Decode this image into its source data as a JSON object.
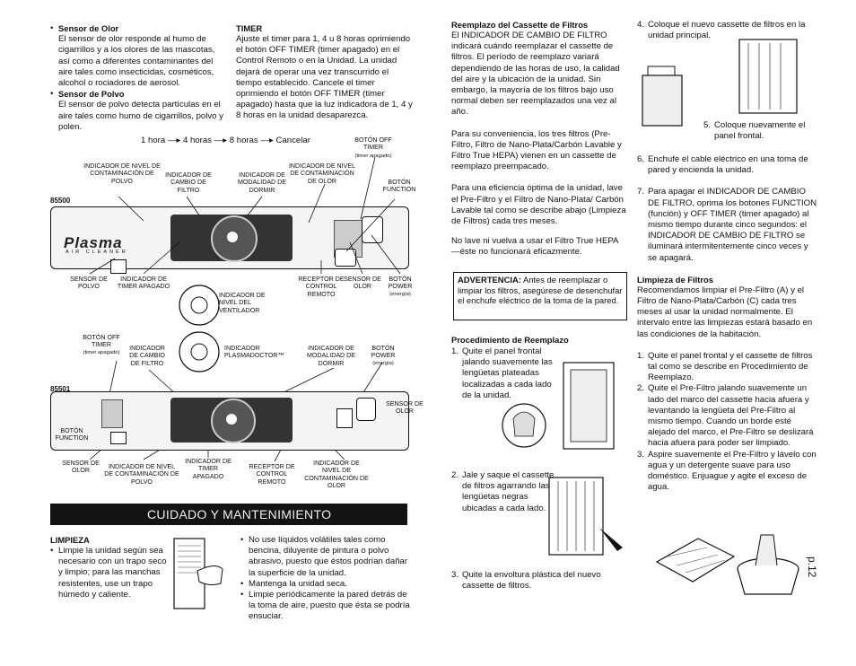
{
  "col1": {
    "sensor_olor_title": "Sensor de Olor",
    "sensor_olor_text": "El sensor de olor responde al humo de cigarrillos y a los olores de las mascotas, así como a diferentes contaminantes del aire tales como insecticidas, cosméticos, alcohol o rociadores de aerosol.",
    "sensor_polvo_title": "Sensor de Polvo",
    "sensor_polvo_text": "El sensor de polvo detecta partículas en el aire tales como humo de cigarrillos, polvo y polen."
  },
  "timer": {
    "title": "TIMER",
    "text": "Ajuste el timer para 1, 4 u 8 horas oprimiendo el botón OFF TIMER (timer apagado) en el Control Remoto o en la Unidad. La unidad dejará de operar una vez transcurrido el tiempo establecido. Cancele el timer oprimiendo el botón OFF TIMER (timer apagado) hasta que la luz indicadora de 1, 4 y 8 horas en la unidad desaparezca.",
    "seq_1": "1 hora",
    "seq_4": "4 horas",
    "seq_8": "8 horas",
    "seq_cancel": "Cancelar"
  },
  "diagram_top": {
    "model": "85500",
    "brand": "Plasma",
    "brand_sub": "AIR CLEANER",
    "lbl_polvo_nivel": "INDICADOR DE NIVEL DE CONTAMINACIÓN DE POLVO",
    "lbl_cambio_filtro": "INDICADOR DE CAMBIO DE FILTRO",
    "lbl_modalidad": "INDICADOR DE MODALIDAD DE DORMIR",
    "lbl_olor_nivel": "INDICADOR DE NIVEL DE CONTAMINACIÓN DE OLOR",
    "lbl_off_timer": "BOTÓN OFF TIMER",
    "lbl_timer_apagado": "(timer apagado)",
    "lbl_function": "BOTÓN FUNCTION",
    "lbl_sensor_polvo": "SENSOR DE POLVO",
    "lbl_timer_ind": "INDICADOR DE TIMER APAGADO",
    "lbl_nivel_vent": "INDICADOR DE NIVEL DEL VENTILADOR",
    "lbl_receptor": "RECEPTOR DE CONTROL REMOTO",
    "lbl_sensor_olor": "SENSOR DE OLOR",
    "lbl_power": "BOTÓN POWER",
    "lbl_energia": "(energía)"
  },
  "diagram_mid": {
    "lbl_plasmadoctor": "INDICADOR PLASMADOCTOR™",
    "lbl_off_timer": "BOTÓN OFF TIMER",
    "lbl_timer_apagado": "(timer apagado)",
    "lbl_cambio_filtro": "INDICADOR DE CAMBIO DE FILTRO",
    "lbl_modalidad": "INDICADOR DE MODALIDAD DE DORMIR",
    "lbl_power": "BOTÓN POWER",
    "lbl_energia": "(energía)"
  },
  "diagram_bottom": {
    "model": "85501",
    "lbl_sensor_olor": "SENSOR DE OLOR",
    "lbl_function": "BOTÓN FUNCTION",
    "lbl_sensor_olor_left": "SENSOR DE OLOR",
    "lbl_nivel_polvo": "INDICADOR DE NIVEL DE CONTAMINACIÓN DE POLVO",
    "lbl_timer_ind": "INDICADOR DE TIMER APAGADO",
    "lbl_receptor": "RECEPTOR DE CONTROL REMOTO",
    "lbl_nivel_olor": "INDICADOR DE NIVEL DE CONTAMINACIÓN DE OLOR"
  },
  "banner": "CUIDADO Y MANTENIMIENTO",
  "limpieza": {
    "title": "LIMPIEZA",
    "bullet1": "Limpie la unidad según sea necesario con un trapo seco y limpio; para las manchas resistentes, use un trapo húmedo y caliente.",
    "bullet2": "No use líquidos volátiles tales como bencina, diluyente de pintura o polvo abrasivo, puesto que éstos podrían dañar la superficie de la unidad.",
    "bullet3": "Mantenga la unidad seca.",
    "bullet4": "Limpie periódicamente la pared detrás de la toma de aire, puesto que ésta se podría ensuciar."
  },
  "col3": {
    "reemplazo_title": "Reemplazo del Cassette de Filtros",
    "reemplazo_text": "El INDICADOR DE CAMBIO DE FILTRO indicará cuándo reemplazar el cassette de filtros. El período de reemplazo variará dependiendo de las horas de uso, la calidad del aire y la ubicación de la unidad. Sin embargo, la mayoría de los filtros bajo uso normal deben ser reemplazados una vez al año.",
    "conveniencia": "Para su conveniencia, los tres filtros (Pre-Filtro, Filtro de Nano-Plata/Carbón Lavable y Filtro True HEPA) vienen en un cassette de reemplazo preempacado.",
    "eficiencia": "Para una eficiencia óptima de la unidad, lave el Pre-Filtro y el Filtro de Nano-Plata/ Carbón Lavable tal como se describe abajo (Limpieza de Filtros) cada tres meses.",
    "no_lave": "No lave ni vuelva a usar el Filtro True HEPA—éste no funcionará eficazmente.",
    "warn_title": "ADVERTENCIA:",
    "warn_text": "Antes de reemplazar o limpiar los filtros, asegúrese de desenchufar el enchufe eléctrico de la toma de la pared.",
    "proc_title": "Procedimiento de Reemplazo",
    "step1": "Quite el panel frontal jalando suavemente las lengüetas plateadas localizadas a cada lado de la unidad.",
    "step2": "Jale y saque el cassette de filtros agarrando las lengüetas negras ubicadas a cada lado.",
    "step3": "Quite la envoltura plástica del nuevo cassette de filtros."
  },
  "col4": {
    "step4": "Coloque el nuevo cassette de filtros en la unidad principal.",
    "step5": "Coloque nuevamente el panel frontal.",
    "step6": "Enchufe el cable eléctrico en una toma de pared y encienda la unidad.",
    "step7": "Para apagar el INDICADOR DE CAMBIO DE FILTRO, oprima los botones FUNCTION (función) y OFF TIMER (timer apagado) al mismo tiempo durante cinco segundos: el INDICADOR DE CAMBIO DE FILTRO se iluminará intermitentemente cinco veces y se apagará.",
    "limpieza_filtros_title": "Limpieza de Filtros",
    "limpieza_filtros_text": "Recomendamos limpiar el Pre-Filtro (A) y el Filtro de Nano-Plata/Carbón (C) cada tres meses al usar la unidad normalmente. El intervalo entre las limpiezas estará basado en las condiciones de la habitación.",
    "f1": "Quite el panel frontal y el cassette de filtros tal como se describe en Procedimiento de Reemplazo.",
    "f2": "Quite el Pre-Filtro jalando suavemente un lado del marco del cassette hacia afuera y levantando la lengüeta del Pre-Filtro al mismo tiempo. Cuando un borde esté alejado del marco, el Pre-Filtro se deslizará hacia afuera para poder ser limpiado.",
    "f3": "Aspire suavemente el Pre-Filtro y lávelo con agua y un detergente suave para uso doméstico. Enjuague y agite el exceso de agua."
  },
  "page_number": "p.12"
}
